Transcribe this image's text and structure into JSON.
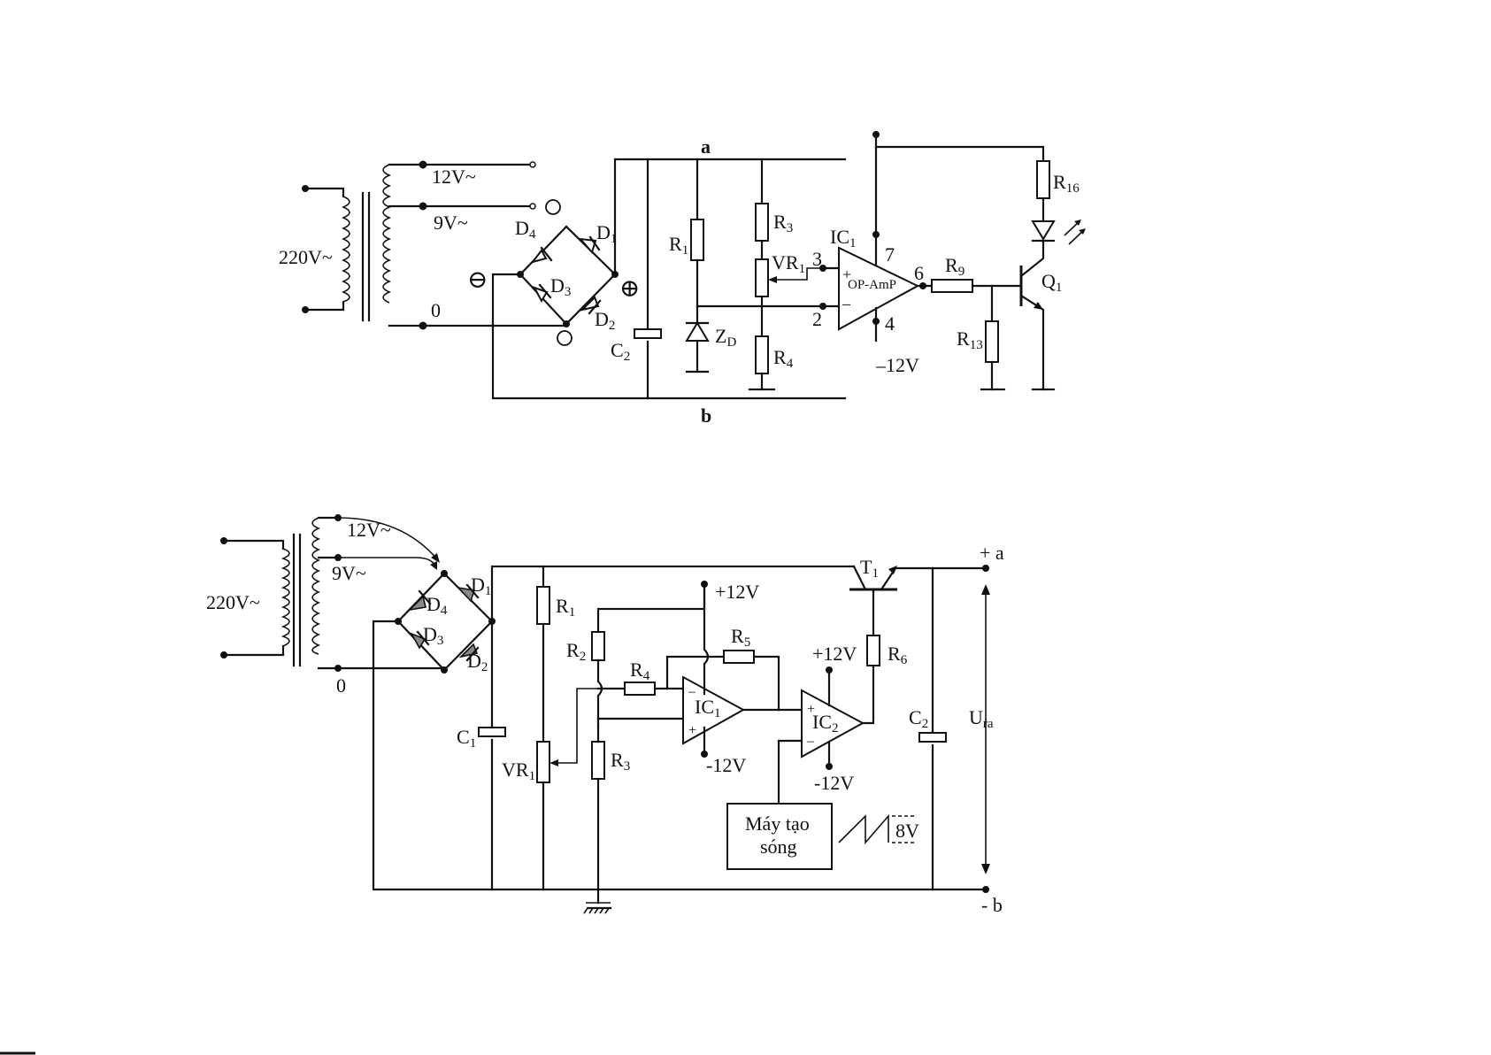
{
  "circuit1": {
    "primary": "220V~",
    "tap_12v": "12V~",
    "tap_9v": "9V~",
    "tap_0": "0",
    "node_a": "a",
    "node_b": "b",
    "minus_symbol": "⊖",
    "plus_symbol": "⊕",
    "d1": "D",
    "d1_sub": "1",
    "d2": "D",
    "d2_sub": "2",
    "d3": "D",
    "d3_sub": "3",
    "d4": "D",
    "d4_sub": "4",
    "c2": "C",
    "c2_sub": "2",
    "r1": "R",
    "r1_sub": "1",
    "zd": "Z",
    "zd_sub": "D",
    "r3": "R",
    "r3_sub": "3",
    "r4": "R",
    "r4_sub": "4",
    "vr1": "VR",
    "vr1_sub": "1",
    "ic1": "IC",
    "ic1_sub": "1",
    "opamp": "OP-AmP",
    "pin3": "3",
    "pin2": "2",
    "pin7": "7",
    "pin6": "6",
    "pin4": "4",
    "in_plus": "+",
    "in_minus": "–",
    "neg12": "–12V",
    "r9": "R",
    "r9_sub": "9",
    "r13": "R",
    "r13_sub": "13",
    "r16": "R",
    "r16_sub": "16",
    "q1": "Q",
    "q1_sub": "1"
  },
  "circuit2": {
    "primary": "220V~",
    "tap_12v": "12V~",
    "tap_9v": "9V~",
    "tap_0": "0",
    "d1": "D",
    "d1_sub": "1",
    "d2": "D",
    "d2_sub": "2",
    "d3": "D",
    "d3_sub": "3",
    "d4": "D",
    "d4_sub": "4",
    "c1": "C",
    "c1_sub": "1",
    "r1": "R",
    "r1_sub": "1",
    "vr1": "VR",
    "vr1_sub": "1",
    "r2": "R",
    "r2_sub": "2",
    "r3": "R",
    "r3_sub": "3",
    "r4": "R",
    "r4_sub": "4",
    "r5": "R",
    "r5_sub": "5",
    "r6": "R",
    "r6_sub": "6",
    "ic1": "IC",
    "ic1_sub": "1",
    "ic2": "IC",
    "ic2_sub": "2",
    "ic1_minus": "–",
    "ic1_plus": "+",
    "ic2_plus": "+",
    "ic2_minus": "–",
    "ic1_vplus": "+12V",
    "ic1_vminus": "-12V",
    "ic2_vplus": "+12V",
    "ic2_vminus": "-12V",
    "t1": "T",
    "t1_sub": "1",
    "c2": "C",
    "c2_sub": "2",
    "node_a": "+ a",
    "node_b": "- b",
    "ura": "U",
    "ura_sub": "ra",
    "generator_line1": "Máy tạo",
    "generator_line2": "sóng",
    "wave_amp": "8V"
  }
}
